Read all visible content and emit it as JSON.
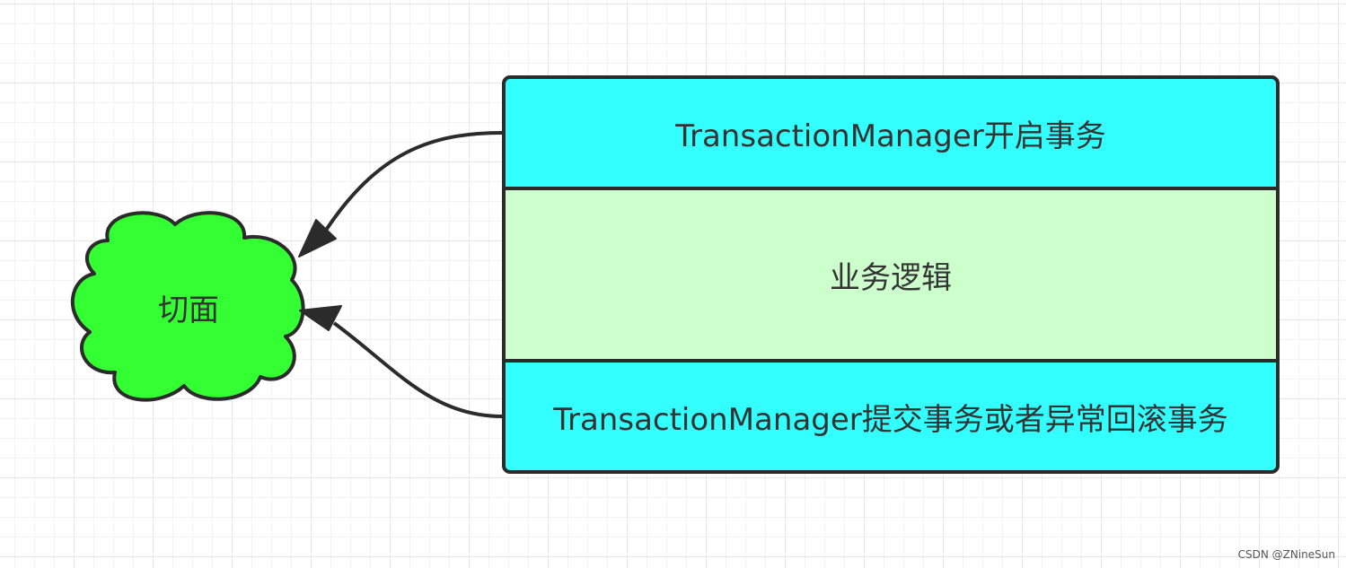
{
  "diagram": {
    "aspect_label": "切面",
    "steps": [
      {
        "label": "TransactionManager开启事务",
        "fill": "#33ffff"
      },
      {
        "label": "业务逻辑",
        "fill": "#ccffcc"
      },
      {
        "label": "TransactionManager提交事务或者异常回滚事务",
        "fill": "#33ffff"
      }
    ],
    "cloud_fill": "#33ff33",
    "stroke_color": "#2b2b2b"
  },
  "watermark": "CSDN @ZNineSun"
}
